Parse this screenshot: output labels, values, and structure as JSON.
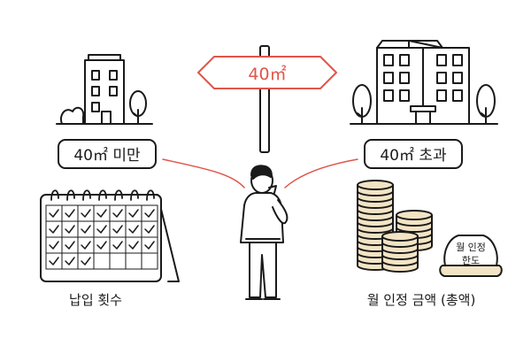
{
  "signpost": {
    "text": "40㎡"
  },
  "left_box": {
    "label": "40㎡ 미만"
  },
  "right_box": {
    "label": "40㎡ 초과"
  },
  "calendar": {
    "caption": "납입 횟수"
  },
  "coins": {
    "caption": "월 인정 금액 (총액)"
  },
  "limit_bell": {
    "line1": "월 인정",
    "line2": "한도"
  },
  "colors": {
    "accent": "#e0554a",
    "ink": "#1a1a1a",
    "coin": "#f2e4c4"
  },
  "icons": [
    "signpost-icon",
    "small-building-icon",
    "apartment-icon",
    "tree-icon",
    "person-thinking-icon",
    "calendar-icon",
    "coin-stack-icon",
    "limit-bell-icon"
  ]
}
